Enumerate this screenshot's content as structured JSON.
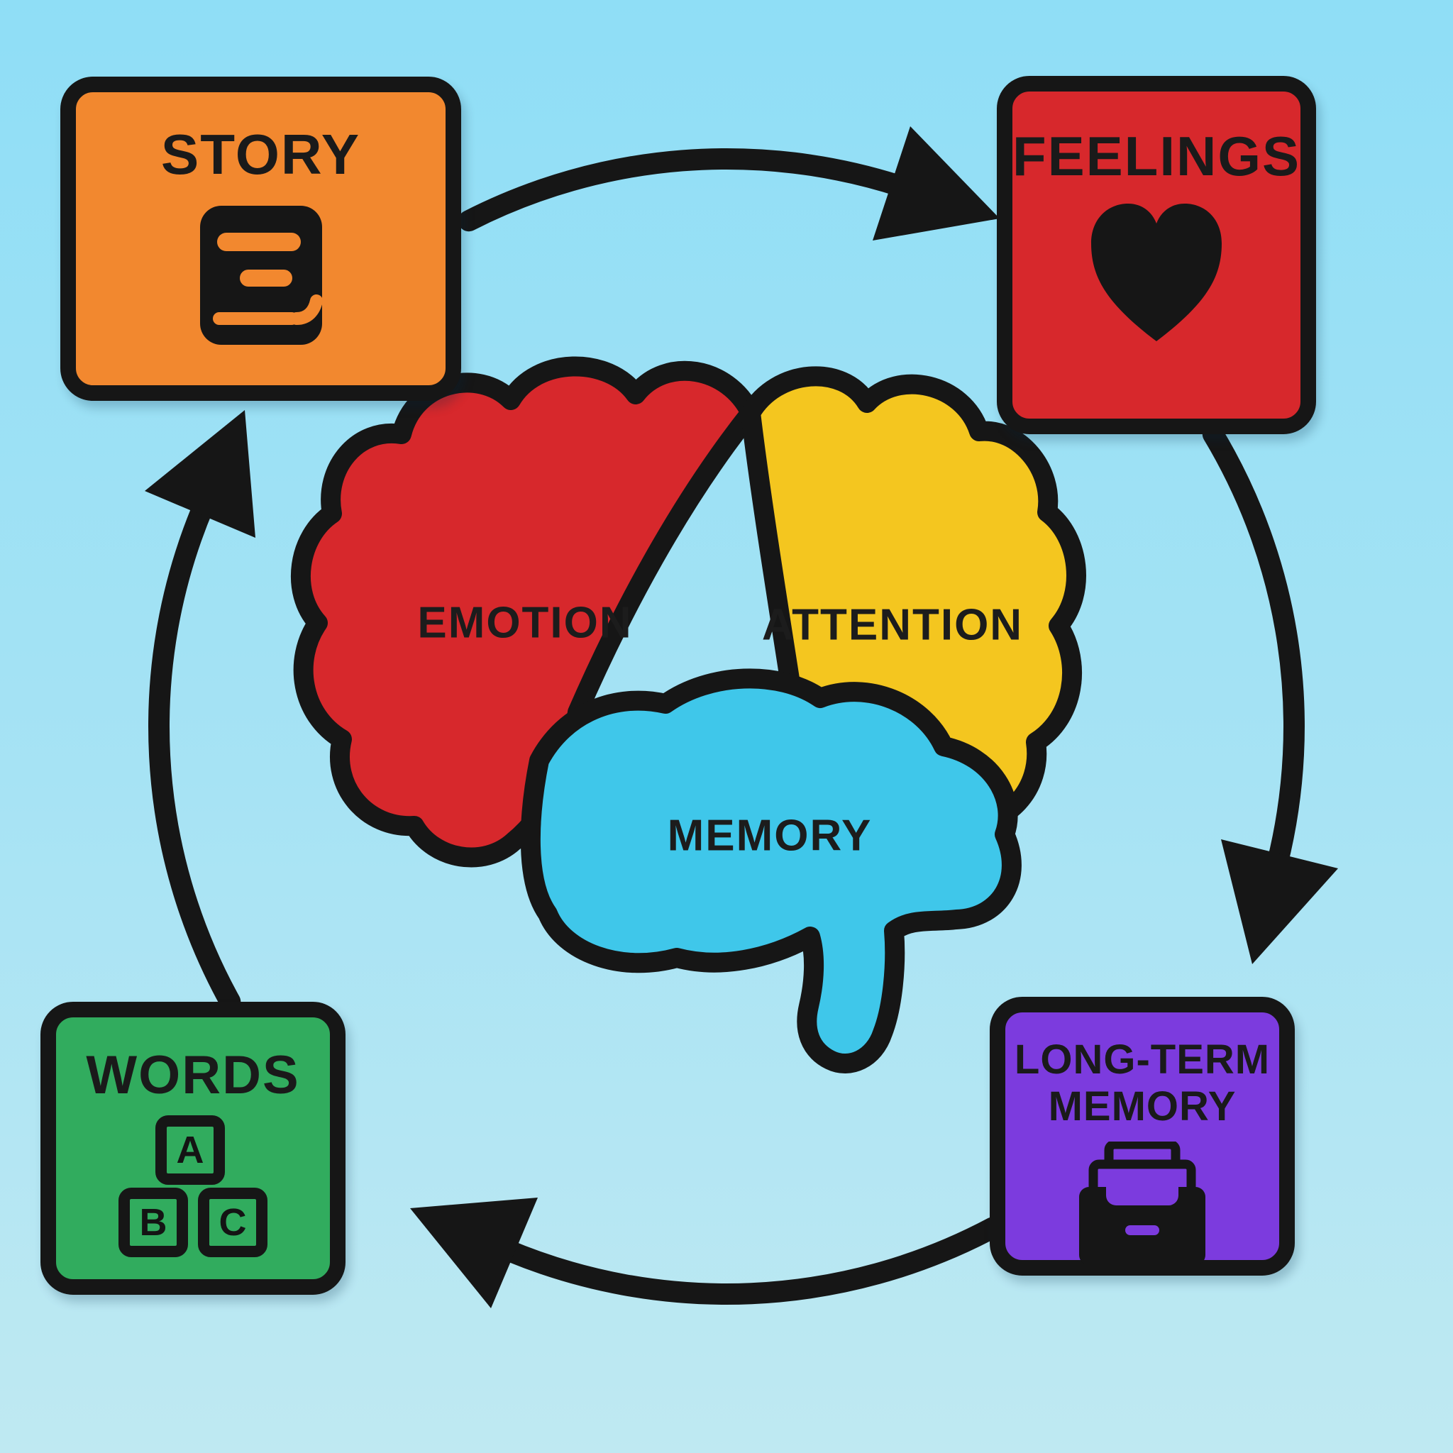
{
  "background": {
    "top": "#8FDEF6",
    "bottom": "#BFE9F2"
  },
  "ink": "#161616",
  "nodes": {
    "story": {
      "label": "STORY",
      "color": "#F2882F",
      "icon": "book-icon"
    },
    "feelings": {
      "label": "FEELINGS",
      "color": "#D7282C",
      "icon": "heart-icon"
    },
    "long_term_memory": {
      "lines": [
        "LONG-TERM",
        "MEMORY"
      ],
      "color": "#7C3BDE",
      "icon": "archive-drawer-icon"
    },
    "words": {
      "label": "WORDS",
      "color": "#31AC5E",
      "icon": "abc-blocks-icon",
      "blocks": [
        "A",
        "B",
        "C"
      ]
    }
  },
  "brain": {
    "regions": [
      {
        "label": "EMOTION",
        "color": "#D7282C"
      },
      {
        "label": "ATTENTION",
        "color": "#F4C61F"
      },
      {
        "label": "MEMORY",
        "color": "#3FC7EA"
      }
    ]
  },
  "arrows": [
    {
      "from": "STORY",
      "to": "FEELINGS"
    },
    {
      "from": "FEELINGS",
      "to": "LONG-TERM MEMORY"
    },
    {
      "from": "LONG-TERM MEMORY",
      "to": "WORDS"
    },
    {
      "from": "WORDS",
      "to": "STORY"
    }
  ]
}
